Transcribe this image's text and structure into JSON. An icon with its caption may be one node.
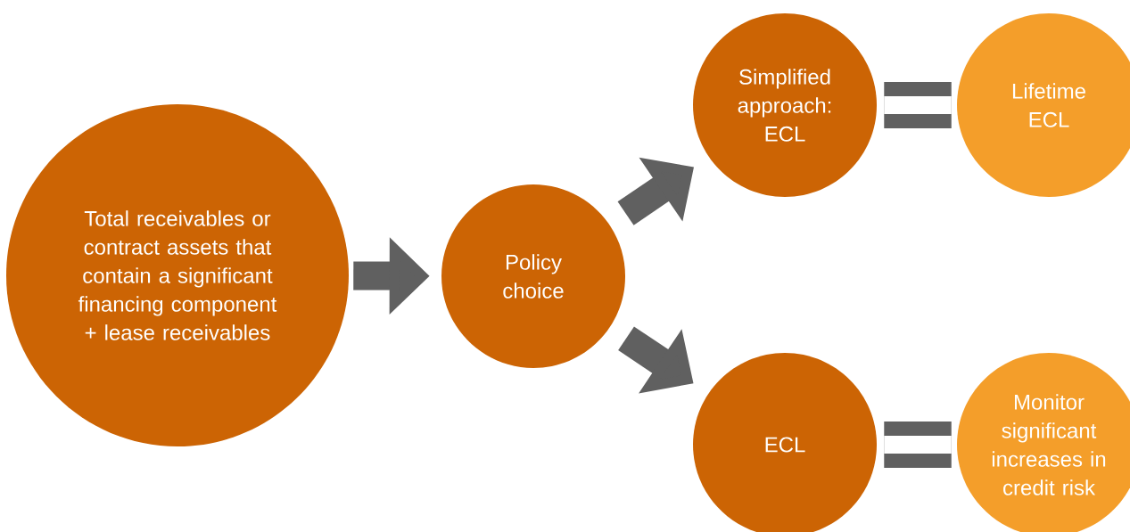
{
  "diagram": {
    "nodes": [
      {
        "text": [
          "Total receivables or contract assets that contain a significant financing component + lease receivables"
        ]
      },
      {
        "text": [
          "Policy choice"
        ]
      },
      {
        "text": [
          "Simplified approach: ECL"
        ]
      },
      {
        "text": [
          "Lifetime ECL"
        ]
      },
      {
        "text": [
          "ECL"
        ]
      },
      {
        "text": [
          "Monitor significant increases in credit risk"
        ]
      }
    ],
    "edges": [
      {
        "from": 0,
        "to": 1,
        "arrow": "to"
      },
      {
        "from": 1,
        "to": 2,
        "arrow": "to"
      },
      {
        "from": 1,
        "to": 4,
        "arrow": "to"
      },
      {
        "from": 2,
        "to": 3,
        "arrow": "none"
      },
      {
        "from": 4,
        "to": 5,
        "arrow": "none"
      }
    ]
  }
}
